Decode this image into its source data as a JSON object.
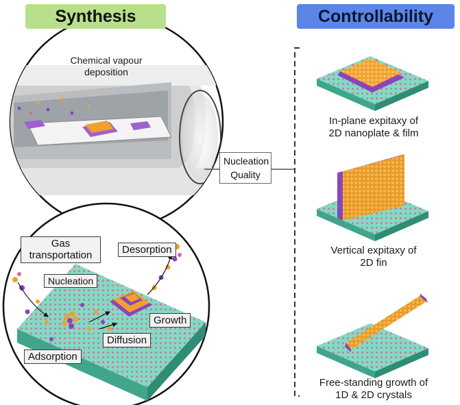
{
  "headers": {
    "synthesis": "Synthesis",
    "controllability": "Controllability"
  },
  "cvd": {
    "label_line1": "Chemical vapour",
    "label_line2": "deposition"
  },
  "center_box": {
    "line1": "Nucleation",
    "line2": "Quality"
  },
  "process_labels": {
    "gas_line1": "Gas",
    "gas_line2": "transportation",
    "desorption": "Desorption",
    "nucleation": "Nucleation",
    "growth": "Growth",
    "diffusion": "Diffusion",
    "adsorption": "Adsorption"
  },
  "controllability_items": [
    {
      "line1": "In-plane expitaxy of",
      "line2": "2D nanoplate & film"
    },
    {
      "line1": "Vertical expitaxy of",
      "line2": "2D fin"
    },
    {
      "line1": "Free-standing growth of",
      "line2": "1D & 2D crystals"
    }
  ],
  "colors": {
    "synthesis_header_bg": "#b8e08a",
    "controllability_header_bg": "#5b86e8",
    "substrate": "#74d6be",
    "atom_orange": "#f0a030",
    "atom_purple": "#8a45b8",
    "atom_pink": "#e8608a"
  }
}
